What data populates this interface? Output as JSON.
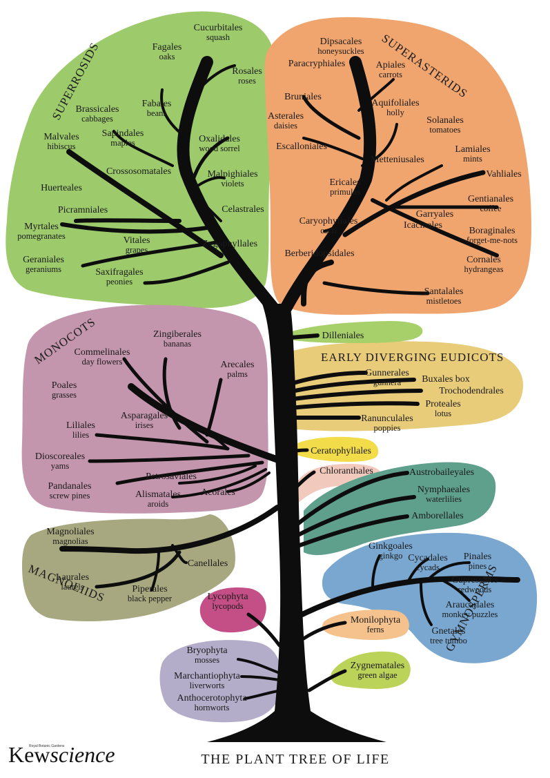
{
  "title": "THE PLANT TREE OF LIFE",
  "logo": {
    "part1": "Kew",
    "part2": "science",
    "small": "Royal Botanic Gardens"
  },
  "colors": {
    "superrosids": "#9dca6a",
    "superasterids": "#f0a56e",
    "monocots": "#c496ad",
    "early_eudicots": "#e9cc7a",
    "magnoliids": "#a7a87f",
    "chloranthales": "#f2c9bd",
    "dilleniales": "#a7d06a",
    "ceratophyllales": "#f2dc4a",
    "basal_angiosperms": "#5fa08c",
    "gymnosperms": "#7aa7cf",
    "lycophyta": "#c44e86",
    "monilophyta": "#f5c18c",
    "bryophytes": "#b3adca",
    "zygnematales": "#bcd35a",
    "trunk": "#0d0d0d"
  },
  "clades": {
    "superrosids": "SUPERROSIDS",
    "superasterids": "SUPERASTERIDS",
    "monocots": "MONOCOTS",
    "early_eudicots": "EARLY DIVERGING EUDICOTS",
    "magnoliids": "MAGNOLIIDS",
    "gymnosperms": "GYMNOSPERMS"
  },
  "taxa": {
    "cucurbitales": {
      "name": "Cucurbitales",
      "common": "squash"
    },
    "fagales": {
      "name": "Fagales",
      "common": "oaks"
    },
    "rosales": {
      "name": "Rosales",
      "common": "roses"
    },
    "brassicales": {
      "name": "Brassicales",
      "common": "cabbages"
    },
    "fabales": {
      "name": "Fabales",
      "common": "beans"
    },
    "malvales": {
      "name": "Malvales",
      "common": "hibiscus"
    },
    "sapindales": {
      "name": "Sapindales",
      "common": "maples"
    },
    "oxalidales": {
      "name": "Oxalidales",
      "common": "wood sorrel"
    },
    "crossosomatales": {
      "name": "Crossosomatales"
    },
    "malpighiales": {
      "name": "Malpighiales",
      "common": "violets"
    },
    "huerteales": {
      "name": "Huerteales"
    },
    "celastrales": {
      "name": "Celastrales"
    },
    "picramniales": {
      "name": "Picramniales"
    },
    "myrtales": {
      "name": "Myrtales",
      "common": "pomegranates"
    },
    "vitales": {
      "name": "Vitales",
      "common": "grapes"
    },
    "zygophyllales": {
      "name": "Zygophyllales"
    },
    "geraniales": {
      "name": "Geraniales",
      "common": "geraniums"
    },
    "saxifragales": {
      "name": "Saxifragales",
      "common": "peonies"
    },
    "dipsacales": {
      "name": "Dipsacales",
      "common": "honeysuckles"
    },
    "paracryphiales": {
      "name": "Paracryphiales"
    },
    "apiales": {
      "name": "Apiales",
      "common": "carrots"
    },
    "bruniales": {
      "name": "Bruniales"
    },
    "aquifoliales": {
      "name": "Aquifoliales",
      "common": "holly"
    },
    "asterales": {
      "name": "Asterales",
      "common": "daisies"
    },
    "solanales": {
      "name": "Solanales",
      "common": "tomatoes"
    },
    "escalloniales": {
      "name": "Escalloniales"
    },
    "lamiales": {
      "name": "Lamiales",
      "common": "mints"
    },
    "metteniusales": {
      "name": "Metteniusales"
    },
    "vahliales": {
      "name": "Vahliales"
    },
    "ericales": {
      "name": "Ericales",
      "common": "primulas"
    },
    "gentianales": {
      "name": "Gentianales",
      "common": "coffee"
    },
    "garryales": {
      "name": "Garryales"
    },
    "caryophyllales": {
      "name": "Caryophyllales",
      "common": "cacti"
    },
    "icacinales": {
      "name": "Icacinales"
    },
    "boraginales": {
      "name": "Boraginales",
      "common": "forget-me-nots"
    },
    "berberidopsidales": {
      "name": "Berberidopsidales"
    },
    "cornales": {
      "name": "Cornales",
      "common": "hydrangeas"
    },
    "santalales": {
      "name": "Santalales",
      "common": "mistletoes"
    },
    "dilleniales": {
      "name": "Dilleniales"
    },
    "zingiberales": {
      "name": "Zingiberales",
      "common": "bananas"
    },
    "commelinales": {
      "name": "Commelinales",
      "common": "day flowers"
    },
    "arecales": {
      "name": "Arecales",
      "common": "palms"
    },
    "poales": {
      "name": "Poales",
      "common": "grasses"
    },
    "asparagales": {
      "name": "Asparagales",
      "common": "irises"
    },
    "liliales": {
      "name": "Liliales",
      "common": "lilies"
    },
    "dioscoreales": {
      "name": "Dioscoreales",
      "common": "yams"
    },
    "petrosaviales": {
      "name": "Petrosaviales"
    },
    "pandanales": {
      "name": "Pandanales",
      "common": "screw pines"
    },
    "alismatales": {
      "name": "Alismatales",
      "common": "aroids"
    },
    "acorales": {
      "name": "Acorales"
    },
    "gunnerales": {
      "name": "Gunnerales",
      "common": "gunnera"
    },
    "buxales": {
      "name": "Buxales box"
    },
    "trochodendrales": {
      "name": "Trochodendrales"
    },
    "proteales": {
      "name": "Proteales",
      "common": "lotus"
    },
    "ranunculales": {
      "name": "Ranunculales",
      "common": "poppies"
    },
    "ceratophyllales": {
      "name": "Ceratophyllales"
    },
    "chloranthales": {
      "name": "Chloranthales"
    },
    "austrobaileyales": {
      "name": "Austrobaileyales"
    },
    "nymphaeales": {
      "name": "Nymphaeales",
      "common": "waterlilies"
    },
    "amborellales": {
      "name": "Amborellales"
    },
    "magnoliales": {
      "name": "Magnoliales",
      "common": "magnolias"
    },
    "canellales": {
      "name": "Canellales"
    },
    "laurales": {
      "name": "Laurales",
      "common": "laurels"
    },
    "piperales": {
      "name": "Piperales",
      "common": "black pepper"
    },
    "ginkgoales": {
      "name": "Ginkgoales",
      "common": "ginkgo"
    },
    "cycadales": {
      "name": "Cycadales",
      "common": "cycads"
    },
    "pinales": {
      "name": "Pinales",
      "common": "pines"
    },
    "cupressales": {
      "name": "Cupressales",
      "common": "redwoods"
    },
    "araucariales": {
      "name": "Araucariales",
      "common": "monkey puzzles"
    },
    "gnetales": {
      "name": "Gnetales",
      "common": "tree tumbo"
    },
    "lycophyta": {
      "name": "Lycophyta",
      "common": "lycopods"
    },
    "monilophyta": {
      "name": "Monilophyta",
      "common": "ferns"
    },
    "bryophyta": {
      "name": "Bryophyta",
      "common": "mosses"
    },
    "marchantiophyta": {
      "name": "Marchantiophyta",
      "common": "liverworts"
    },
    "anthocerotophyta": {
      "name": "Anthocerotophyta",
      "common": "hornworts"
    },
    "zygnematales": {
      "name": "Zygnematales",
      "common": "green algae"
    }
  }
}
